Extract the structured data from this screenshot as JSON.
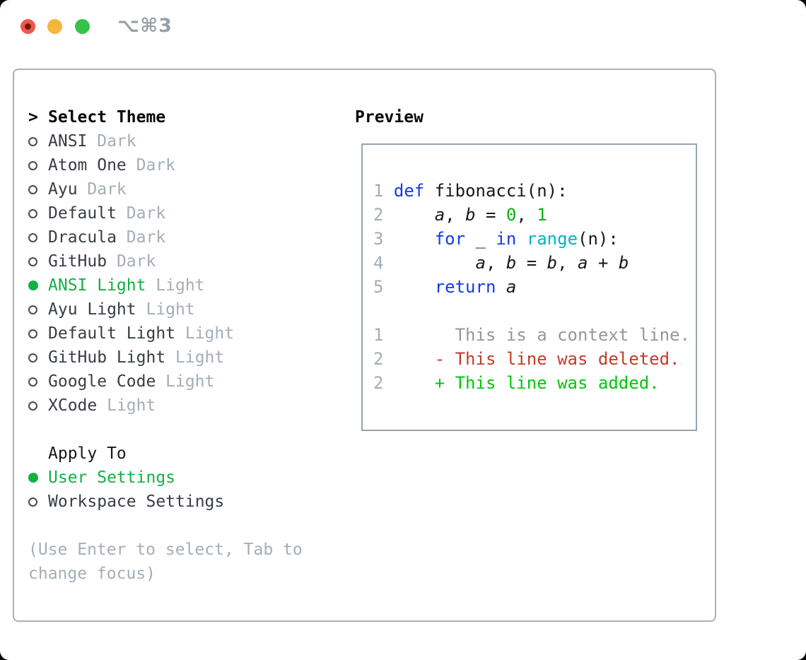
{
  "titlebar": {
    "shortcut": "⌥⌘3"
  },
  "colors": {
    "accent-green": "#10b145",
    "kw-blue": "#1539ee",
    "fn-cyan": "#00b4c5",
    "lit-green": "#0ab114",
    "add-green": "#00c70e",
    "del-red": "#c43a2a",
    "light-red": "#f4554c",
    "light-yellow": "#f6b53d",
    "light-green": "#36c24b"
  },
  "theme_panel": {
    "header_marker": ">",
    "header": "Select Theme",
    "items": [
      {
        "name": "ANSI",
        "variant": "Dark",
        "selected": false
      },
      {
        "name": "Atom One",
        "variant": "Dark",
        "selected": false
      },
      {
        "name": "Ayu",
        "variant": "Dark",
        "selected": false
      },
      {
        "name": "Default",
        "variant": "Dark",
        "selected": false
      },
      {
        "name": "Dracula",
        "variant": "Dark",
        "selected": false
      },
      {
        "name": "GitHub",
        "variant": "Dark",
        "selected": false
      },
      {
        "name": "ANSI Light",
        "variant": "Light",
        "selected": true
      },
      {
        "name": "Ayu Light",
        "variant": "Light",
        "selected": false
      },
      {
        "name": "Default Light",
        "variant": "Light",
        "selected": false
      },
      {
        "name": "GitHub Light",
        "variant": "Light",
        "selected": false
      },
      {
        "name": "Google Code",
        "variant": "Light",
        "selected": false
      },
      {
        "name": "XCode",
        "variant": "Light",
        "selected": false
      }
    ],
    "apply_to": {
      "header": "Apply To",
      "options": [
        {
          "label": "User Settings",
          "selected": true
        },
        {
          "label": "Workspace Settings",
          "selected": false
        }
      ]
    },
    "help_lines": [
      "(Use Enter to select, Tab to",
      "change focus)"
    ]
  },
  "preview": {
    "header": "Preview",
    "code_lines": [
      {
        "tokens": [
          {
            "t": "1",
            "c": "ln"
          },
          {
            "t": " ",
            "c": "pl"
          },
          {
            "t": "def",
            "c": "kw"
          },
          {
            "t": " fibonacci(n):",
            "c": "pl"
          }
        ]
      },
      {
        "tokens": [
          {
            "t": "2",
            "c": "ln"
          },
          {
            "t": "     ",
            "c": "pl"
          },
          {
            "t": "a",
            "c": "var"
          },
          {
            "t": ", ",
            "c": "pl"
          },
          {
            "t": "b",
            "c": "var"
          },
          {
            "t": " = ",
            "c": "pl"
          },
          {
            "t": "0",
            "c": "lit"
          },
          {
            "t": ", ",
            "c": "pl"
          },
          {
            "t": "1",
            "c": "lit"
          }
        ]
      },
      {
        "tokens": [
          {
            "t": "3",
            "c": "ln"
          },
          {
            "t": "     ",
            "c": "pl"
          },
          {
            "t": "for",
            "c": "kw"
          },
          {
            "t": " _ ",
            "c": "pl"
          },
          {
            "t": "in",
            "c": "kw"
          },
          {
            "t": " ",
            "c": "pl"
          },
          {
            "t": "range",
            "c": "fn"
          },
          {
            "t": "(n):",
            "c": "pl"
          }
        ]
      },
      {
        "tokens": [
          {
            "t": "4",
            "c": "ln"
          },
          {
            "t": "         ",
            "c": "pl"
          },
          {
            "t": "a",
            "c": "var"
          },
          {
            "t": ", ",
            "c": "pl"
          },
          {
            "t": "b",
            "c": "var"
          },
          {
            "t": " = ",
            "c": "pl"
          },
          {
            "t": "b",
            "c": "var"
          },
          {
            "t": ", ",
            "c": "pl"
          },
          {
            "t": "a",
            "c": "var"
          },
          {
            "t": " + ",
            "c": "pl"
          },
          {
            "t": "b",
            "c": "var"
          }
        ]
      },
      {
        "tokens": [
          {
            "t": "5",
            "c": "ln"
          },
          {
            "t": "     ",
            "c": "pl"
          },
          {
            "t": "return",
            "c": "kw"
          },
          {
            "t": " ",
            "c": "pl"
          },
          {
            "t": "a",
            "c": "var"
          }
        ]
      }
    ],
    "diff_lines": [
      {
        "tokens": [
          {
            "t": "1",
            "c": "ln"
          },
          {
            "t": "       ",
            "c": "pl"
          },
          {
            "t": "This is a context line.",
            "c": "ctx"
          }
        ]
      },
      {
        "tokens": [
          {
            "t": "2",
            "c": "ln"
          },
          {
            "t": "     ",
            "c": "pl"
          },
          {
            "t": "- This line was deleted.",
            "c": "del"
          }
        ]
      },
      {
        "tokens": [
          {
            "t": "2",
            "c": "ln"
          },
          {
            "t": "     ",
            "c": "pl"
          },
          {
            "t": "+ This line was added.",
            "c": "add"
          }
        ]
      }
    ]
  }
}
